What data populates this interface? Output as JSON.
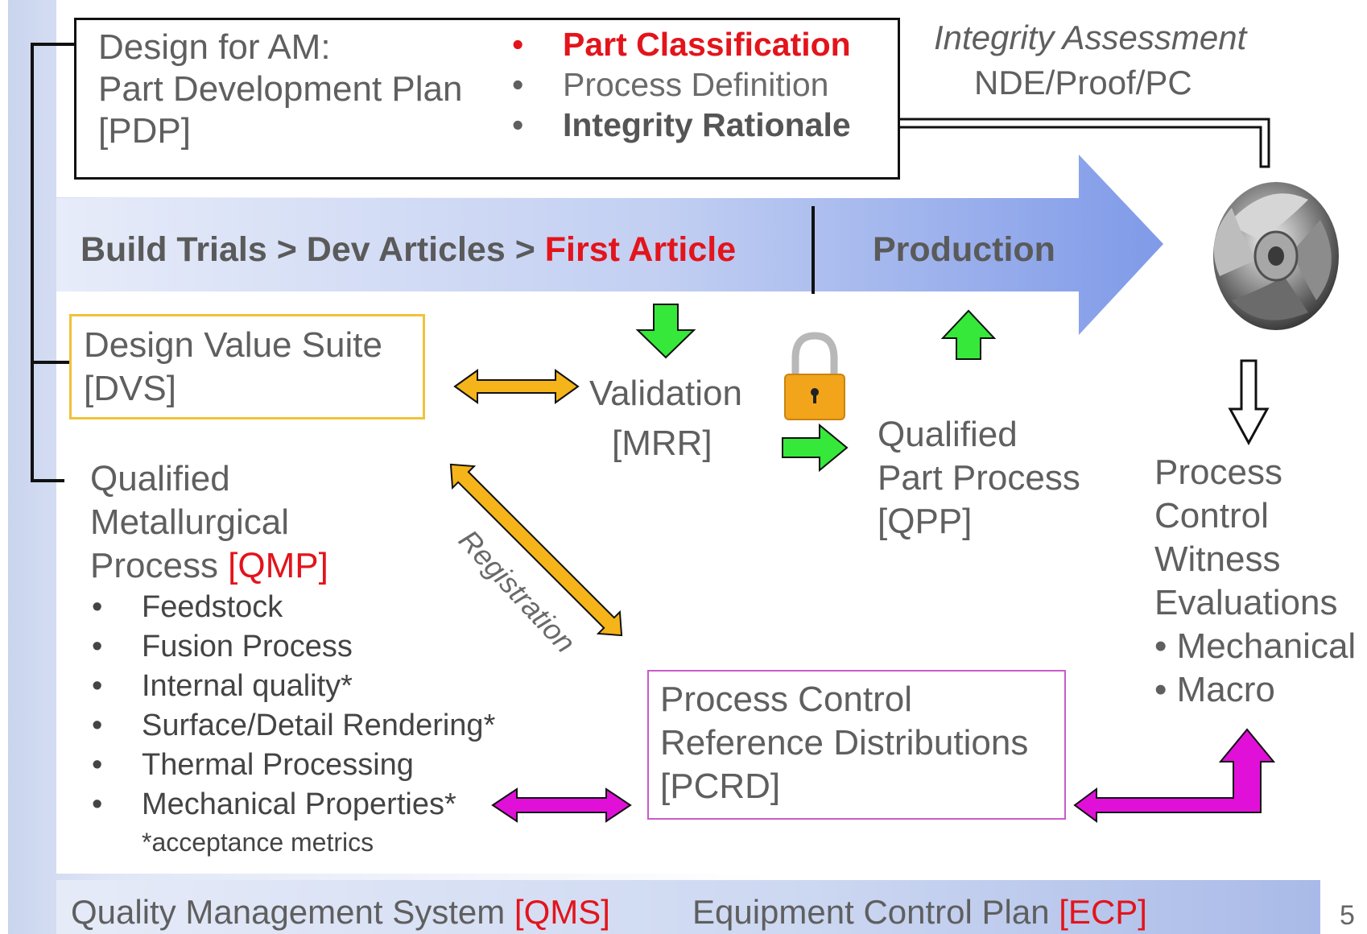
{
  "pdp": {
    "title_line1": "Design for AM:",
    "title_line2": "Part Development Plan",
    "code": "[PDP]",
    "items": [
      "Part Classification",
      "Process Definition",
      "Integrity Rationale"
    ]
  },
  "integrity": {
    "title": "Integrity Assessment",
    "subtitle": "NDE/Proof/PC"
  },
  "flow": {
    "stages": "Build Trials > Dev Articles > ",
    "first_article": "First Article",
    "production": "Production"
  },
  "dvs": {
    "title": "Design Value Suite",
    "code": "[DVS]"
  },
  "validation": {
    "title": "Validation",
    "code": "[MRR]"
  },
  "qpp": {
    "line1": "Qualified",
    "line2": "Part Process",
    "code": "[QPP]"
  },
  "qmp": {
    "line1": "Qualified",
    "line2": "Metallurgical",
    "line3": "Process ",
    "code": "[QMP]",
    "items": [
      "Feedstock",
      "Fusion Process",
      "Internal quality*",
      "Surface/Detail Rendering*",
      "Thermal Processing",
      "Mechanical Properties*"
    ],
    "footnote": "*acceptance metrics"
  },
  "registration": "Registration",
  "pcrd": {
    "line1": "Process Control",
    "line2": "Reference Distributions",
    "code": "[PCRD]"
  },
  "pcwe": {
    "lines": [
      "Process",
      "Control",
      "Witness",
      "Evaluations"
    ],
    "items": [
      "Mechanical",
      "Macro"
    ]
  },
  "bottom": {
    "qms_label": "Quality Management System ",
    "qms_code": "[QMS]",
    "ecp_label": "Equipment Control Plan ",
    "ecp_code": "[ECP]"
  },
  "page_number": "5",
  "colors": {
    "red": "#e3141b",
    "arrow_blue": "#8ea6ea",
    "green": "#35e83a",
    "orange": "#f5b41a",
    "magenta": "#e010d8"
  }
}
